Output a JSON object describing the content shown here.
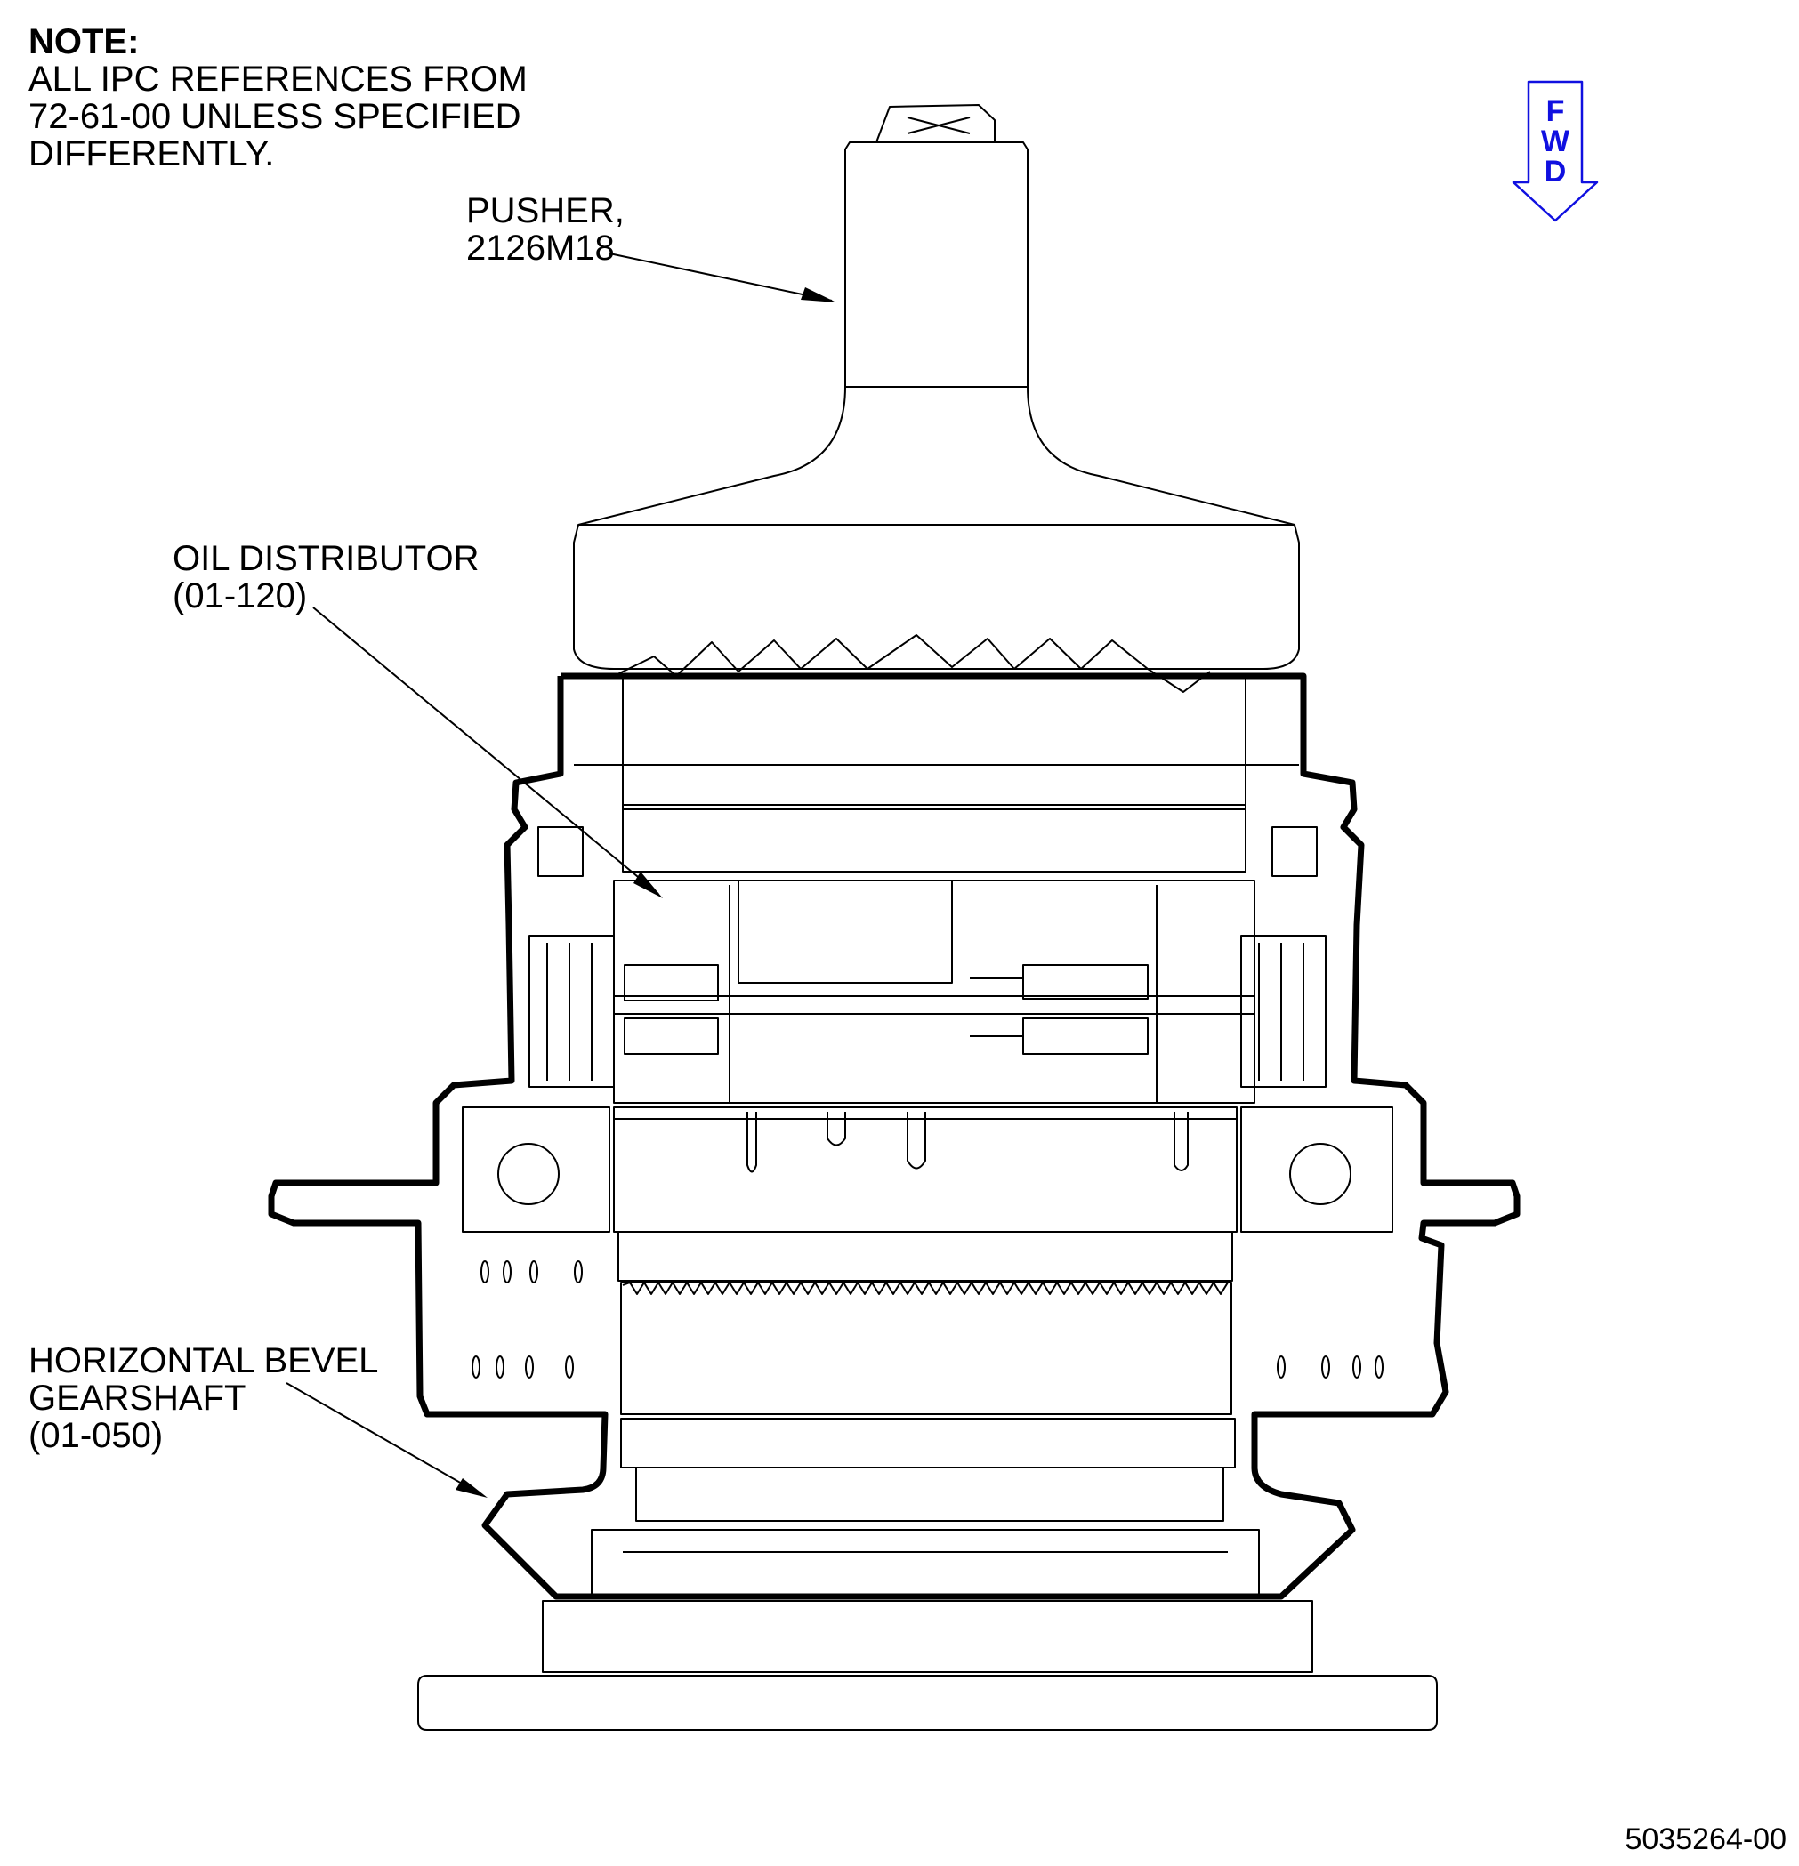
{
  "note": {
    "heading": "NOTE:",
    "lines": [
      "ALL IPC REFERENCES FROM",
      "72-61-00 UNLESS SPECIFIED",
      "DIFFERENTLY."
    ]
  },
  "callouts": {
    "pusher": {
      "line1": "PUSHER,",
      "line2": "2126M18"
    },
    "oil_distributor": {
      "line1": "OIL DISTRIBUTOR",
      "line2": "(01-120)"
    },
    "bevel_gearshaft": {
      "line1": "HORIZONTAL BEVEL",
      "line2": "GEARSHAFT",
      "line3": "(01-050)"
    }
  },
  "fwd_arrow": {
    "letters": [
      "F",
      "W",
      "D"
    ],
    "color": "#1010e0"
  },
  "figure_id": "5035264-00"
}
